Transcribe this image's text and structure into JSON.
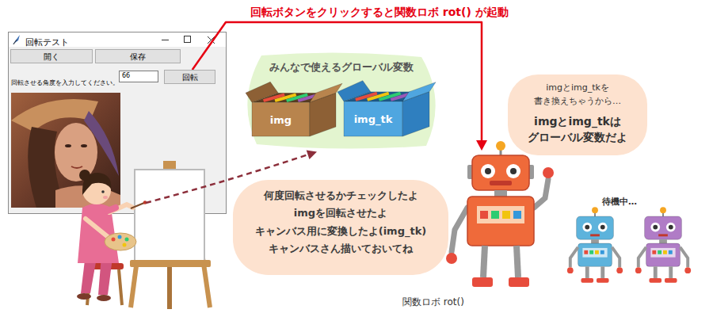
{
  "diagram": {
    "nodes": [
      {
        "text": [
          "回転テスト",
          "回転させる角度を入力してください。"
        ]
      },
      {
        "text": [
          "開く"
        ],
        "in": 0
      },
      {
        "text": [
          "保存"
        ],
        "in": 0
      },
      {
        "text": [
          "66"
        ],
        "in": 0
      },
      {
        "text": [
          "回転"
        ],
        "in": 0
      },
      {
        "text": [
          "みんなで使えるグローバル変数"
        ]
      },
      {
        "text": [
          "img"
        ],
        "in": 5
      },
      {
        "text": [
          "img_tk"
        ],
        "in": 5
      },
      {
        "text": [
          "imgとimg_tkを 書き換えちゃうから…",
          "imgとimg_tkは グローバル変数だよ"
        ]
      },
      {
        "text": [
          "何度回転させるかチェックしたよ",
          "imgを回転させたよ",
          "キャンバス用に変換したよ(img_tk)",
          "キャンバスさん描いておいてね"
        ]
      },
      {
        "text": [
          "関数ロボ rot()"
        ]
      }
    ],
    "edges": [
      {
        "from": 4,
        "to": 10,
        "arrow": "to",
        "label": "回転ボタンをクリックすると関数ロボ rot() が起動"
      }
    ],
    "labels": [
      "待機中…"
    ]
  }
}
